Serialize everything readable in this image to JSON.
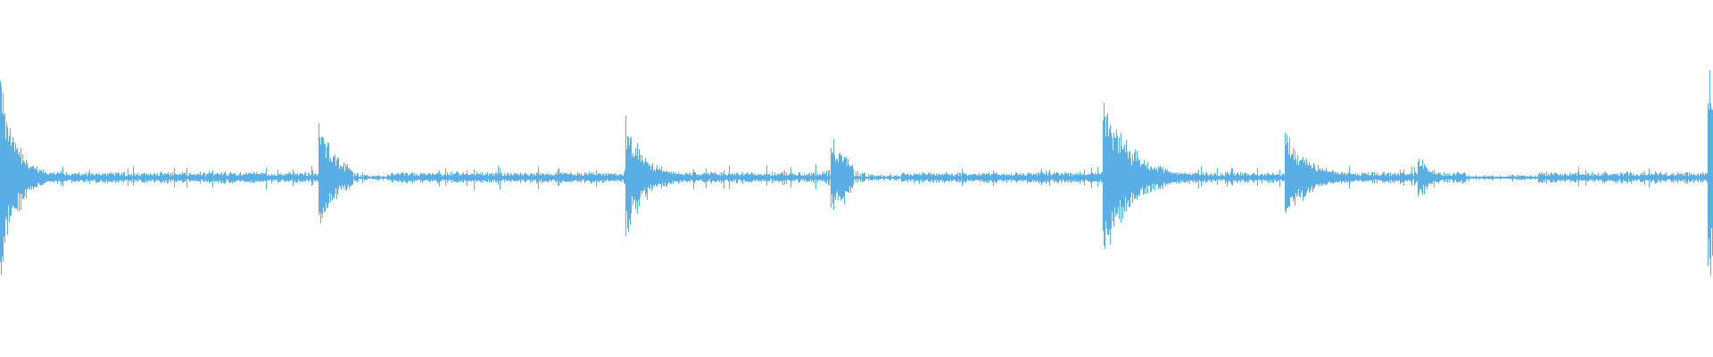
{
  "waveform": {
    "color": "#5aaee6",
    "background": "#ffffff",
    "baseline_amplitude": 0.03,
    "duration_fraction_markers": [
      {
        "t": 0.0,
        "amplitude": 0.65,
        "decay": 0.01
      },
      {
        "t": 0.187,
        "amplitude": 0.32,
        "decay": 0.012
      },
      {
        "t": 0.366,
        "amplitude": 0.36,
        "decay": 0.012
      },
      {
        "t": 0.486,
        "amplitude": 0.26,
        "decay": 0.014
      },
      {
        "t": 0.645,
        "amplitude": 0.55,
        "decay": 0.016
      },
      {
        "t": 0.751,
        "amplitude": 0.3,
        "decay": 0.014
      },
      {
        "t": 0.829,
        "amplitude": 0.16,
        "decay": 0.006
      },
      {
        "t": 0.998,
        "amplitude": 0.7,
        "decay": 0.008
      }
    ],
    "quiet_segments": [
      {
        "from": 0.206,
        "to": 0.228
      },
      {
        "from": 0.498,
        "to": 0.526
      },
      {
        "from": 0.856,
        "to": 0.898
      }
    ]
  }
}
